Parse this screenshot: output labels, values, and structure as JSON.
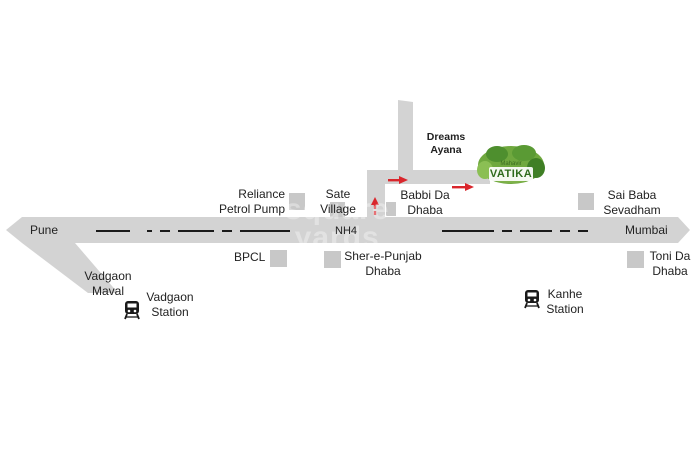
{
  "highway": {
    "left_city": "Pune",
    "right_city": "Mumbai",
    "road_code": "NH4"
  },
  "places": {
    "reliance": "Reliance\nPetrol Pump",
    "sate": "Sate\nVillage",
    "babbi": "Babbi Da\nDhaba",
    "dreams": "Dreams\nAyana",
    "sai_baba": "Sai Baba\nSevadham",
    "bpcl": "BPCL",
    "sher": "Sher-e-Punjab\nDhaba",
    "toni": "Toni Da\nDhaba",
    "vadgaon_maval": "Vadgaon\nMaval",
    "vadgaon_station": "Vadgaon\nStation",
    "kanhe_station": "Kanhe\nStation"
  },
  "logo": {
    "line1": "Mahavir",
    "line2": "VATIKA"
  },
  "watermark": "square\nyards",
  "colors": {
    "road": "#d3d3d3",
    "landmark": "#c8c8c8",
    "arrow": "#d9262c",
    "dash": "#1a1a1a",
    "logo_green": "#4e8f2e"
  },
  "icons": {
    "station": "train-icon",
    "direction": "arrow-right-icon"
  }
}
